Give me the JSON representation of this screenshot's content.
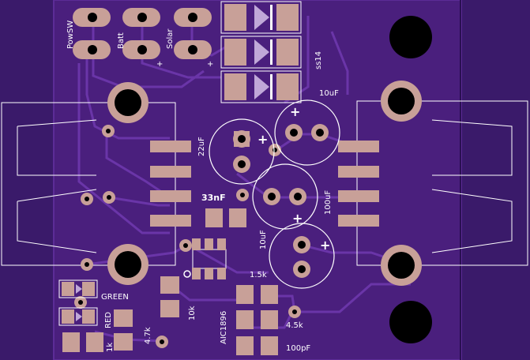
{
  "colors": {
    "background": "#3a1a6a",
    "board": "#4a1f7d",
    "copper_fill": "#54238e",
    "trace": "#7440b8",
    "pad": "#c8a098",
    "silk": "#ffffff",
    "hole": "#000000"
  },
  "labels": {
    "pwsw": "PowSW",
    "batt": "Batt",
    "solar": "Solar",
    "plus_batt": "+",
    "plus_solar": "+",
    "ss14": "ss14",
    "cap_10uf_top": "10uF",
    "cap_22uf": "22uF",
    "cap_33nf": "33nF",
    "cap_100uf": "100uF",
    "cap_10uf_bottom": "10uF",
    "res_1_5k": "1.5k",
    "green": "GREEN",
    "red": "RED",
    "res_10k": "10k",
    "ic_aic1896": "AIC1896",
    "res_4_5k": "4.5k",
    "res_4_7k": "4.7k",
    "res_1k": "1k",
    "cap_100pf": "100pF",
    "plus_22uf": "+",
    "plus_10uf_top": "+",
    "plus_100uf": "+",
    "plus_10uf_bottom": "+"
  }
}
